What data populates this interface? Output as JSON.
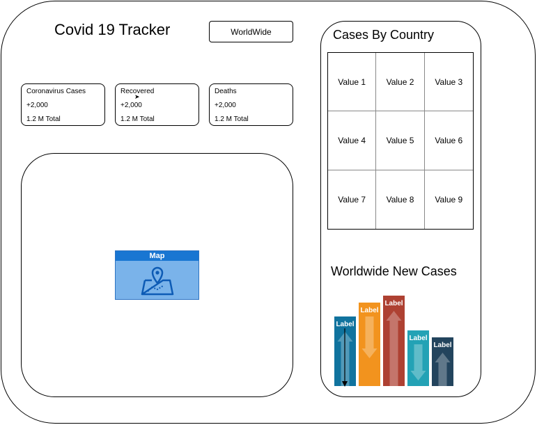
{
  "header": {
    "title": "Covid 19 Tracker",
    "region_button_label": "WorldWide"
  },
  "stats": [
    {
      "name": "Coronavirus Cases",
      "delta": "+2,000",
      "total": "1.2 M Total"
    },
    {
      "name": "Recovered",
      "delta": "+2,000",
      "total": "1.2 M Total"
    },
    {
      "name": "Deaths",
      "delta": "+2,000",
      "total": "1.2 M Total"
    }
  ],
  "map": {
    "label": "Map",
    "icon": "map-pin-icon"
  },
  "sidebar": {
    "cases_by_country_title": "Cases By Country",
    "table_cells": [
      "Value 1",
      "Value 2",
      "Value 3",
      "Value 4",
      "Value 5",
      "Value 6",
      "Value 7",
      "Value 8",
      "Value 9"
    ],
    "new_cases_title": "Worldwide New Cases",
    "bar_chart": {
      "bars": [
        {
          "label": "Label",
          "color": "#10739e",
          "arrow": "up"
        },
        {
          "label": "Label",
          "color": "#f2931e",
          "arrow": "down"
        },
        {
          "label": "Label",
          "color": "#ae4132",
          "arrow": "up"
        },
        {
          "label": "Label",
          "color": "#23a2b5",
          "arrow": "down"
        },
        {
          "label": "Label",
          "color": "#23445d",
          "arrow": "up"
        }
      ]
    }
  }
}
